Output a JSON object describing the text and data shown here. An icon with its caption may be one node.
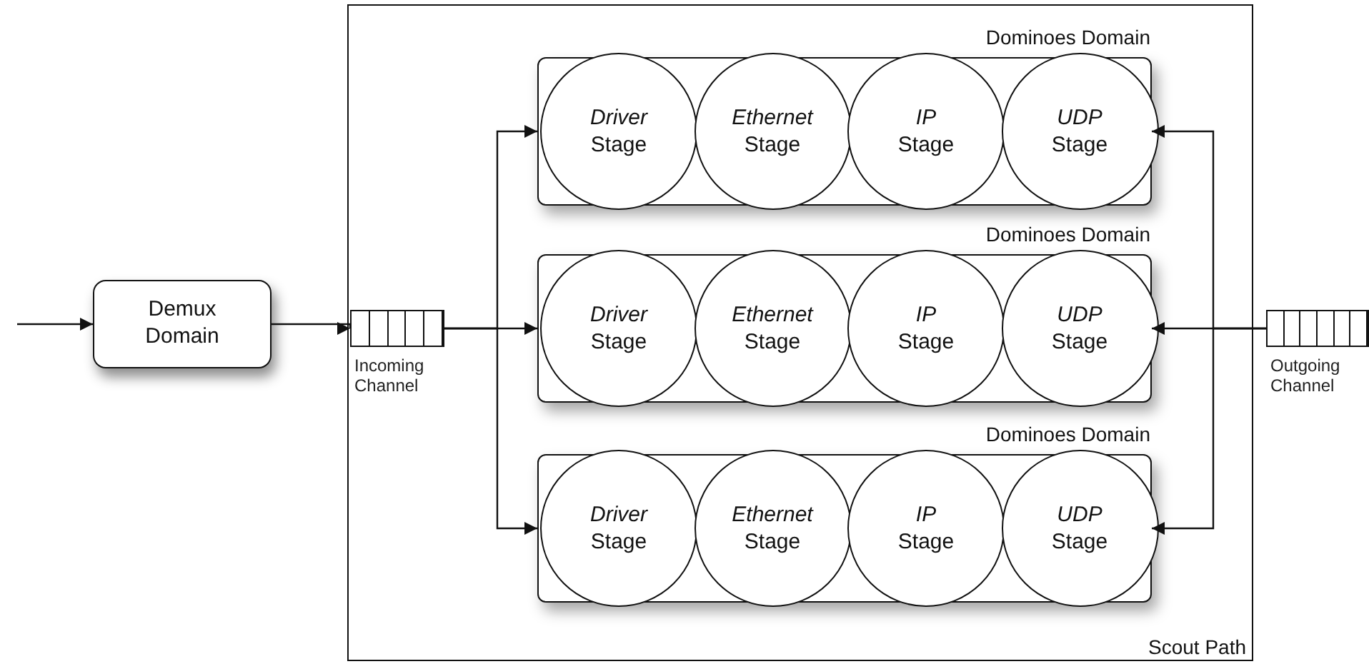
{
  "diagram": {
    "nodes": [
      {
        "text": [
          "Scout Path"
        ]
      },
      {
        "text": [
          "Demux Domain"
        ]
      },
      {
        "text": [
          "Incoming Channel"
        ],
        "in": 0
      },
      {
        "text": [
          "Dominoes Domain"
        ],
        "in": 0
      },
      {
        "text": [
          "*Driver* Stage"
        ],
        "in": 3
      },
      {
        "text": [
          "*Ethernet* Stage"
        ],
        "in": 3
      },
      {
        "text": [
          "*IP* Stage"
        ],
        "in": 3
      },
      {
        "text": [
          "*UDP* Stage"
        ],
        "in": 3
      },
      {
        "text": [
          "Dominoes Domain"
        ],
        "in": 0
      },
      {
        "text": [
          "*Driver* Stage"
        ],
        "in": 8
      },
      {
        "text": [
          "*Ethernet* Stage"
        ],
        "in": 8
      },
      {
        "text": [
          "*IP* Stage"
        ],
        "in": 8
      },
      {
        "text": [
          "*UDP* Stage"
        ],
        "in": 8
      },
      {
        "text": [
          "Dominoes Domain"
        ],
        "in": 0
      },
      {
        "text": [
          "*Driver* Stage"
        ],
        "in": 13
      },
      {
        "text": [
          "*Ethernet* Stage"
        ],
        "in": 13
      },
      {
        "text": [
          "*IP* Stage"
        ],
        "in": 13
      },
      {
        "text": [
          "*UDP* Stage"
        ],
        "in": 13
      },
      {
        "text": [
          "Outgoing Channel"
        ]
      }
    ],
    "edges": [
      {
        "from": null,
        "to": 1,
        "arrow": "to"
      },
      {
        "from": 1,
        "to": 2,
        "arrow": "to"
      },
      {
        "from": 2,
        "to": 3,
        "arrow": "to"
      },
      {
        "from": 2,
        "to": 8,
        "arrow": "to"
      },
      {
        "from": 2,
        "to": 13,
        "arrow": "to"
      },
      {
        "from": 18,
        "to": 3,
        "arrow": "to"
      },
      {
        "from": 18,
        "to": 8,
        "arrow": "to"
      },
      {
        "from": 18,
        "to": 13,
        "arrow": "to"
      }
    ]
  }
}
